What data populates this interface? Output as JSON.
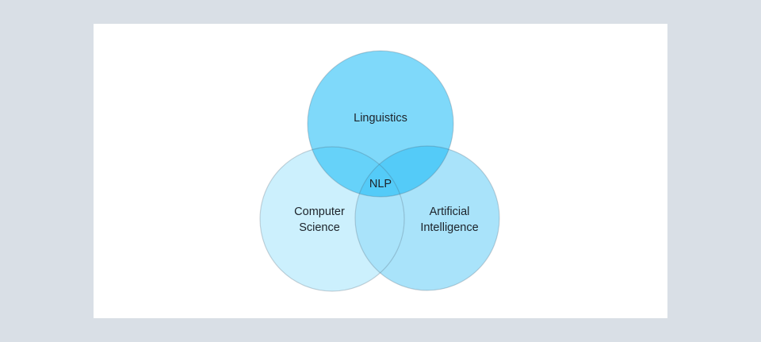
{
  "canvas": {
    "background_color": "#d9dfe6",
    "card_background": "#ffffff"
  },
  "diagram": {
    "type": "venn",
    "text_color": "#1d232a",
    "stroke_color": "#475766",
    "stroke_opacity": "0.25",
    "sets": [
      {
        "id": "computer-science",
        "label": "Computer Science",
        "fill": "#00B3F5",
        "opacity": "0.20"
      },
      {
        "id": "artificial-intelligence",
        "label": "Artificial Intelligence",
        "fill": "#A9E3FA",
        "opacity": "1"
      },
      {
        "id": "linguistics",
        "label": "Linguistics",
        "fill": "#00B3F5",
        "opacity": "0.50"
      }
    ],
    "intersection_label": "NLP"
  }
}
